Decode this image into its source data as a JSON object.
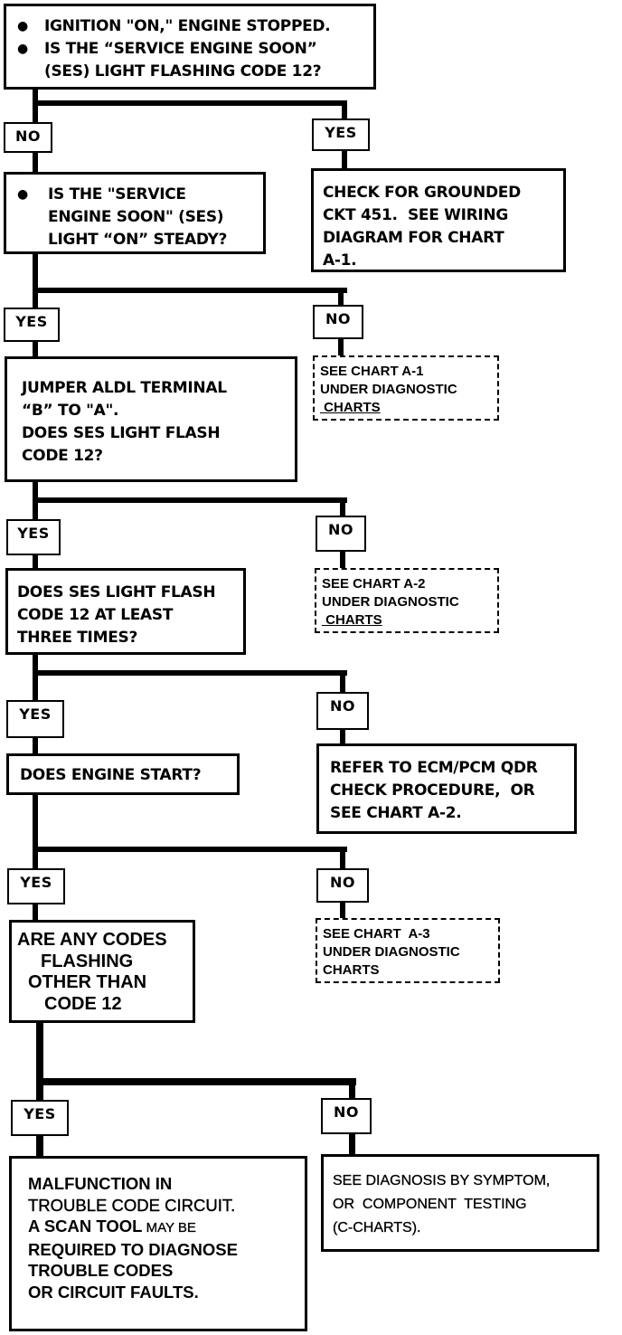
{
  "diagram": {
    "type": "flowchart",
    "nodes": {
      "q1": {
        "bullets": [
          "IGNITION \"ON,\" ENGINE STOPPED.",
          "IS THE “SERVICE ENGINE SOON”",
          "(SES) LIGHT FLASHING CODE 12?"
        ]
      },
      "q1_no_label": "NO",
      "q1_yes_label": "YES",
      "q1_yes_action": [
        "CHECK FOR GROUNDED",
        "CKT 451.  SEE WIRING",
        "DIAGRAM FOR CHART",
        "A-1."
      ],
      "q2": {
        "lines": [
          "IS THE \"SERVICE",
          "ENGINE SOON\" (SES)",
          "LIGHT “ON” STEADY?"
        ]
      },
      "q2_yes_label": "YES",
      "q2_no_label": "NO",
      "q2_no_action": [
        "SEE CHART A-1",
        "UNDER DIAGNOSTIC",
        " CHARTS"
      ],
      "q3": {
        "lines": [
          "JUMPER ALDL TERMINAL",
          "“B” TO \"A\".",
          "DOES SES LIGHT FLASH",
          "CODE 12?"
        ]
      },
      "q3_yes_label": "YES",
      "q3_no_label": "NO",
      "q3_no_action": [
        "SEE CHART A-2",
        "UNDER DIAGNOSTIC",
        " CHARTS"
      ],
      "q4": {
        "lines": [
          "DOES SES LIGHT FLASH",
          "CODE 12 AT LEAST",
          "THREE TIMES?"
        ]
      },
      "q4_yes_label": "YES",
      "q4_no_label": "NO",
      "q4_no_action": [
        "REFER TO ECM/PCM QDR",
        "CHECK PROCEDURE,  OR",
        "SEE CHART A-2."
      ],
      "q5": {
        "lines": [
          "DOES ENGINE START?"
        ]
      },
      "q5_yes_label": "YES",
      "q5_no_label": "NO",
      "q5_no_action": [
        "SEE CHART  A-3",
        "UNDER DIAGNOSTIC",
        "CHARTS"
      ],
      "q6": {
        "lines": [
          "ARE ANY CODES",
          "FLASHING",
          "OTHER THAN",
          "CODE 12"
        ]
      },
      "q6_yes_label": "YES",
      "q6_no_label": "NO",
      "q6_yes_action": {
        "line1": "MALFUNCTION IN",
        "line2": "TROUBLE CODE CIRCUIT.",
        "line3_bold": "A SCAN TOOL",
        "line3_rest": " MAY BE",
        "line4": "REQUIRED TO DIAGNOSE",
        "line5": "TROUBLE CODES",
        "line6": "OR CIRCUIT FAULTS."
      },
      "q6_no_action": [
        "SEE DIAGNOSIS BY SYMPTOM,",
        "OR  COMPONENT  TESTING",
        "(C-CHARTS)."
      ]
    }
  }
}
